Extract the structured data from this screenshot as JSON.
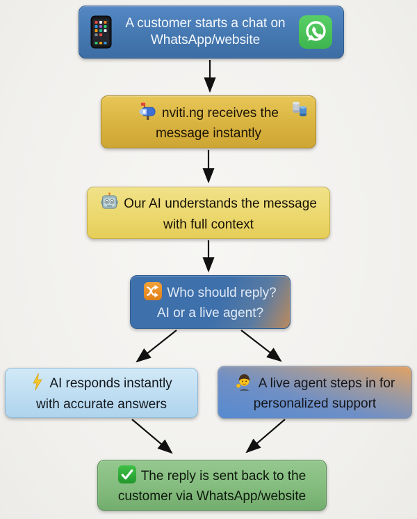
{
  "page": {
    "background": "#f2f1ee",
    "arrow_color": "#111111"
  },
  "flowchart": {
    "title": "Customer message handling flow (WhatsApp / website chat)",
    "nodes": [
      {
        "id": "customer-chat",
        "label": "A customer starts a chat on WhatsApp/website",
        "icons": [
          "smartphone-icon",
          "whatsapp-icon"
        ],
        "bg": "#4578b1",
        "text_color": "#f4f8fc"
      },
      {
        "id": "platform-receives",
        "label": "nviti.ng receives the message instantly",
        "icons": [
          "mailbox-icon",
          "database-icon"
        ],
        "bg": "#d9b33f",
        "text_color": "#1c1506"
      },
      {
        "id": "ai-understands",
        "label": "Our AI understands the message with full context",
        "icons": [
          "robot-icon"
        ],
        "bg": "#ebd76c",
        "text_color": "#171204"
      },
      {
        "id": "routing-decision",
        "label": "Who should reply? AI or a live agent?",
        "icons": [
          "shuffle-icon"
        ],
        "bg": "#3e70ab",
        "text_color": "#e2ebf5"
      },
      {
        "id": "ai-responds",
        "label": "AI responds instantly with accurate answers",
        "icons": [
          "lightning-icon"
        ],
        "bg": "#bcdcf1",
        "text_color": "#12171c"
      },
      {
        "id": "live-agent",
        "label": "A live agent steps in for personalized support",
        "icons": [
          "agent-icon"
        ],
        "bg_from": "#568ad0",
        "bg_to": "#e2a263",
        "text_color": "#14161b"
      },
      {
        "id": "reply-sent",
        "label": "The reply is sent back to the customer via WhatsApp/website",
        "icons": [
          "check-icon"
        ],
        "bg": "#82ba7c",
        "text_color": "#0f1a0e"
      }
    ],
    "edges": [
      {
        "from": "customer-chat",
        "to": "platform-receives"
      },
      {
        "from": "platform-receives",
        "to": "ai-understands"
      },
      {
        "from": "ai-understands",
        "to": "routing-decision"
      },
      {
        "from": "routing-decision",
        "to": "ai-responds"
      },
      {
        "from": "routing-decision",
        "to": "live-agent"
      },
      {
        "from": "ai-responds",
        "to": "reply-sent"
      },
      {
        "from": "live-agent",
        "to": "reply-sent"
      }
    ]
  }
}
